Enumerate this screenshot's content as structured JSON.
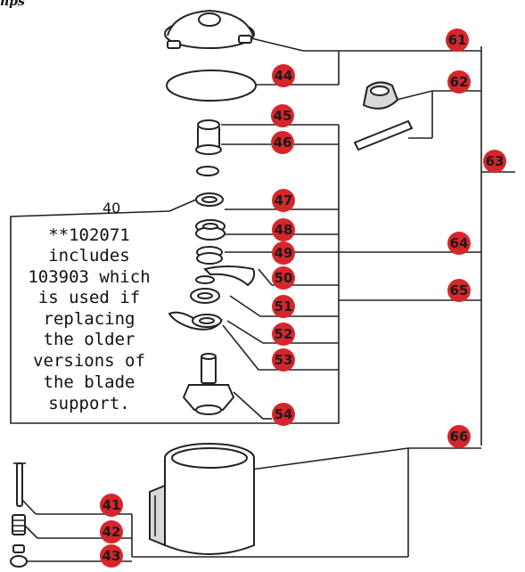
{
  "header_fragment": "nps",
  "callouts": {
    "c61": "61",
    "c62": "62",
    "c63": "63",
    "c64": "64",
    "c65": "65",
    "c66": "66",
    "c44": "44",
    "c45": "45",
    "c46": "46",
    "c47": "47",
    "c48": "48",
    "c49": "49",
    "c50": "50",
    "c51": "51",
    "c52": "52",
    "c53": "53",
    "c54": "54",
    "c41": "41",
    "c42": "42",
    "c43": "43"
  },
  "group_label": "40",
  "note_lines": [
    "**102071",
    "includes",
    "103903 which",
    "is used if",
    "replacing",
    "the older",
    "versions of",
    "the blade",
    "support."
  ],
  "colors": {
    "callout": "#d7262b",
    "line": "#222222"
  }
}
